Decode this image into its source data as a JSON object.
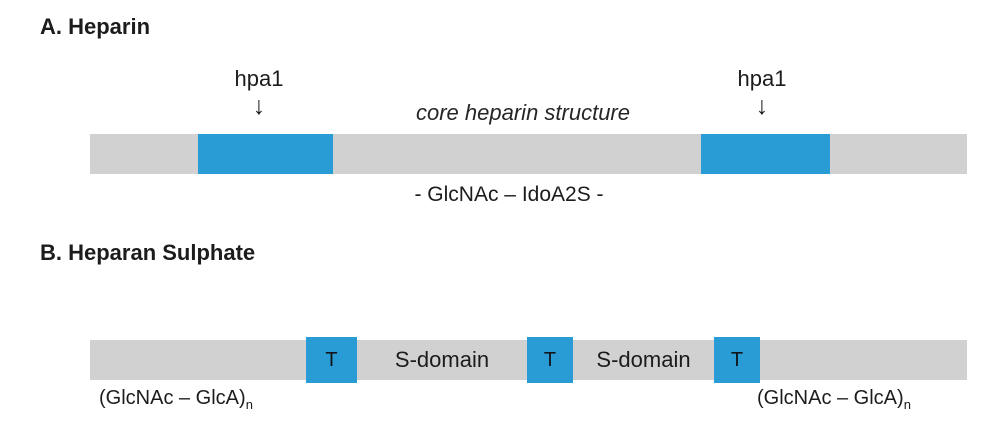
{
  "colors": {
    "bar_gray": "#d1d1d1",
    "segment_blue": "#2a9cd5",
    "text_dark": "#1c1c1c",
    "background": "#ffffff"
  },
  "section_a": {
    "title": "A. Heparin",
    "enzyme_labels": [
      {
        "text": "hpa1"
      },
      {
        "text": "hpa1"
      }
    ],
    "arrow_glyph": "↓",
    "core_label": "core heparin structure",
    "repeat_unit": "- GlcNAc – IdoA2S -"
  },
  "section_b": {
    "title": "B. Heparan Sulphate",
    "t_segments": [
      {
        "label": "T"
      },
      {
        "label": "T"
      },
      {
        "label": "T"
      }
    ],
    "s_domains": [
      {
        "label": "S-domain"
      },
      {
        "label": "S-domain"
      }
    ],
    "left_repeat": {
      "base": "(GlcNAc – GlcA)",
      "subscript": "n"
    },
    "right_repeat": {
      "base": "(GlcNAc – GlcA)",
      "subscript": "n"
    }
  }
}
